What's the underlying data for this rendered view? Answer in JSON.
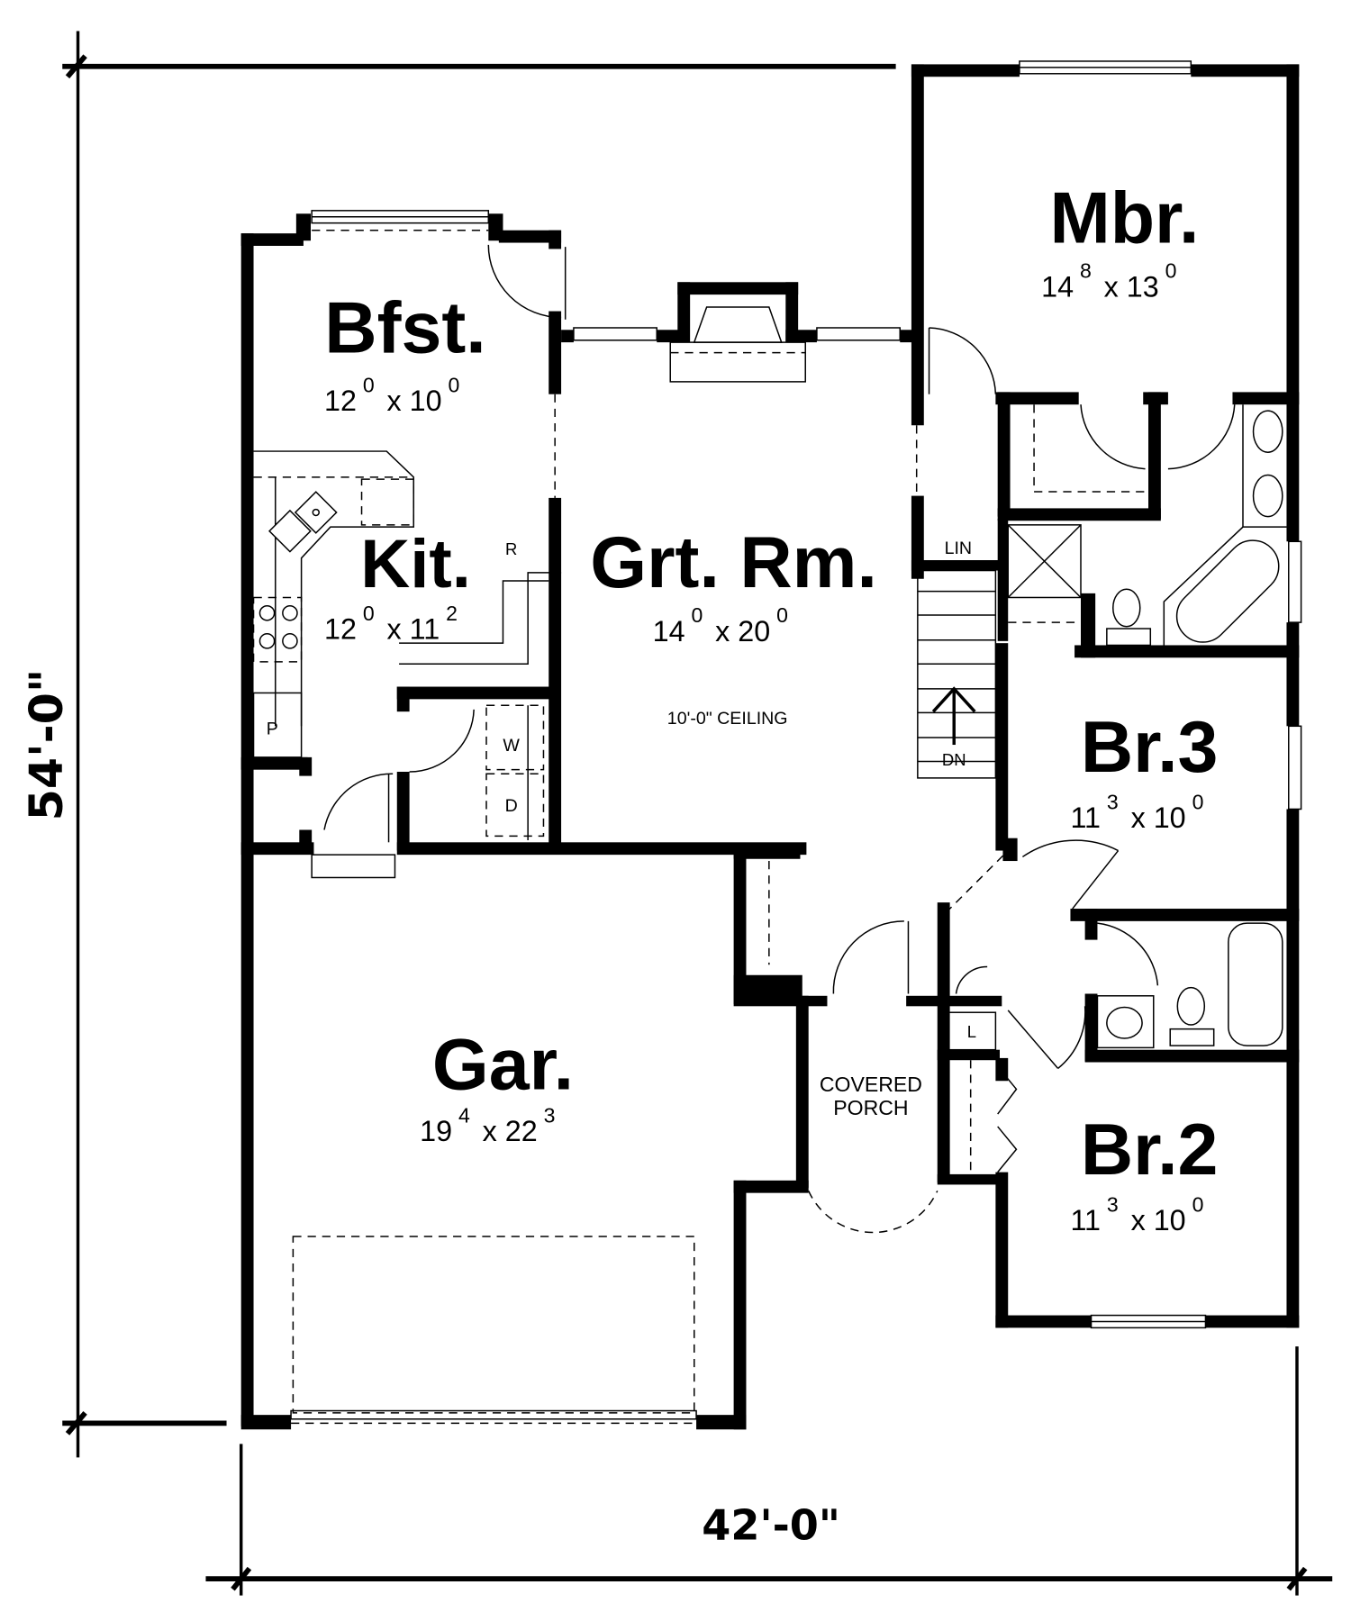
{
  "plan": {
    "dimensions": {
      "width": "42'-0\"",
      "depth": "54'-0\""
    },
    "rooms": [
      {
        "id": "bfst",
        "label": "Bfst.",
        "size_a": "12",
        "sup_a": "0",
        "size_b": "x 10",
        "sup_b": "0"
      },
      {
        "id": "kit",
        "label": "Kit.",
        "size_a": "12",
        "sup_a": "0",
        "size_b": "x 11",
        "sup_b": "2"
      },
      {
        "id": "grt",
        "label": "Grt. Rm.",
        "size_a": "14",
        "sup_a": "0",
        "size_b": "x 20",
        "sup_b": "0"
      },
      {
        "id": "mbr",
        "label": "Mbr.",
        "size_a": "14",
        "sup_a": "8",
        "size_b": "x 13",
        "sup_b": "0"
      },
      {
        "id": "br3",
        "label": "Br.3",
        "size_a": "11",
        "sup_a": "3",
        "size_b": "x 10",
        "sup_b": "0"
      },
      {
        "id": "br2",
        "label": "Br.2",
        "size_a": "11",
        "sup_a": "3",
        "size_b": "x 10",
        "sup_b": "0"
      },
      {
        "id": "gar",
        "label": "Gar.",
        "size_a": "19",
        "sup_a": "4",
        "size_b": "x 22",
        "sup_b": "3"
      }
    ],
    "notes": {
      "ceiling": "10'-0\" CEILING",
      "porch_line1": "COVERED",
      "porch_line2": "PORCH",
      "linen": "LIN",
      "stairs": "DN",
      "refrigerator": "R",
      "pantry": "P",
      "washer": "W",
      "dryer": "D",
      "linen_closet": "L"
    }
  }
}
